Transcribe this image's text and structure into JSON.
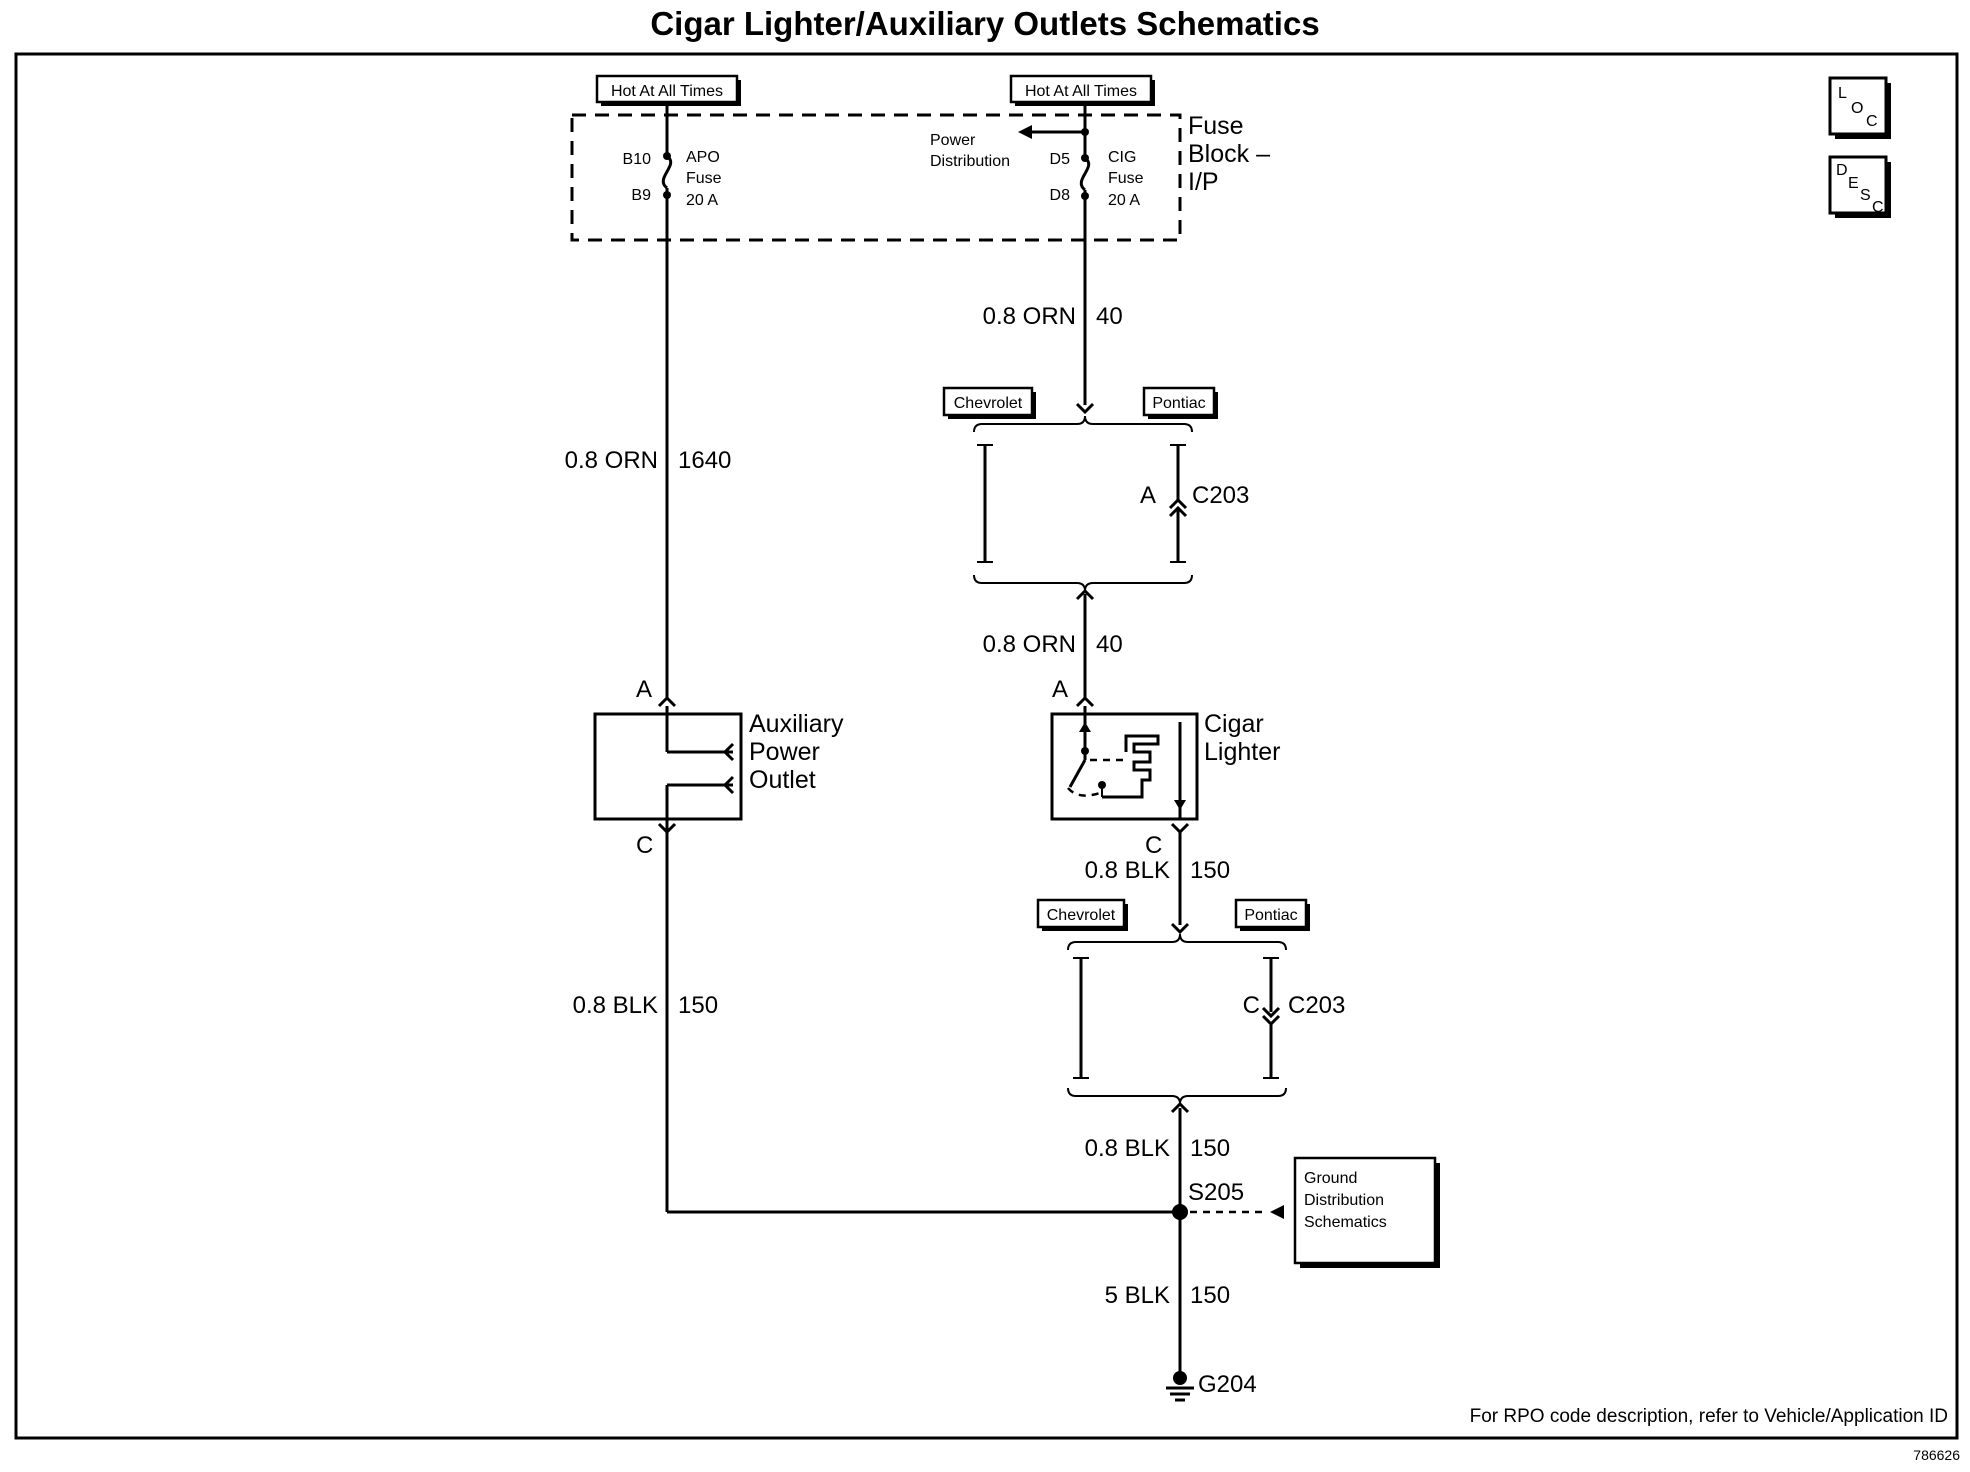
{
  "title": "Cigar Lighter/Auxiliary Outlets Schematics",
  "power_tags": {
    "apo": "Hot At All Times",
    "cig": "Hot At All Times"
  },
  "fuse_block": {
    "name_line1": "Fuse",
    "name_line2": "Block –",
    "name_line3": "I/P",
    "apo": {
      "pin_top": "B10",
      "pin_bottom": "B9",
      "line1": "APO",
      "line2": "Fuse",
      "line3": "20 A"
    },
    "cig": {
      "pin_top": "D5",
      "pin_bottom": "D8",
      "line1": "CIG",
      "line2": "Fuse",
      "line3": "20 A"
    },
    "power_distribution_line1": "Power",
    "power_distribution_line2": "Distribution"
  },
  "wires": {
    "apo_feed": {
      "gauge_color": "0.8 ORN",
      "circuit": "1640"
    },
    "cig_feed_upper": {
      "gauge_color": "0.8 ORN",
      "circuit": "40"
    },
    "cig_feed_lower": {
      "gauge_color": "0.8 ORN",
      "circuit": "40"
    },
    "cig_ground_upper": {
      "gauge_color": "0.8 BLK",
      "circuit": "150"
    },
    "apo_ground": {
      "gauge_color": "0.8 BLK",
      "circuit": "150"
    },
    "cig_ground_lower": {
      "gauge_color": "0.8 BLK",
      "circuit": "150"
    },
    "main_ground": {
      "gauge_color": "5 BLK",
      "circuit": "150"
    }
  },
  "connectors": {
    "upper": {
      "pin": "A",
      "name": "C203",
      "left_tag": "Chevrolet",
      "right_tag": "Pontiac"
    },
    "lower": {
      "pin": "C",
      "name": "C203",
      "left_tag": "Chevrolet",
      "right_tag": "Pontiac"
    }
  },
  "components": {
    "aux_outlet": {
      "line1": "Auxiliary",
      "line2": "Power",
      "line3": "Outlet",
      "pin_top": "A",
      "pin_bottom": "C"
    },
    "cigar_lighter": {
      "line1": "Cigar",
      "line2": "Lighter",
      "pin_top": "A",
      "pin_bottom": "C"
    }
  },
  "splice": "S205",
  "ground": "G204",
  "ground_ref": {
    "line1": "Ground",
    "line2": "Distribution",
    "line3": "Schematics"
  },
  "icons": {
    "loc": {
      "l": "L",
      "o": "O",
      "c": "C"
    },
    "desc": {
      "d": "D",
      "e": "E",
      "s": "S",
      "c": "C"
    }
  },
  "footer": "For RPO code description, refer to Vehicle/Application ID",
  "figure_id": "786626"
}
